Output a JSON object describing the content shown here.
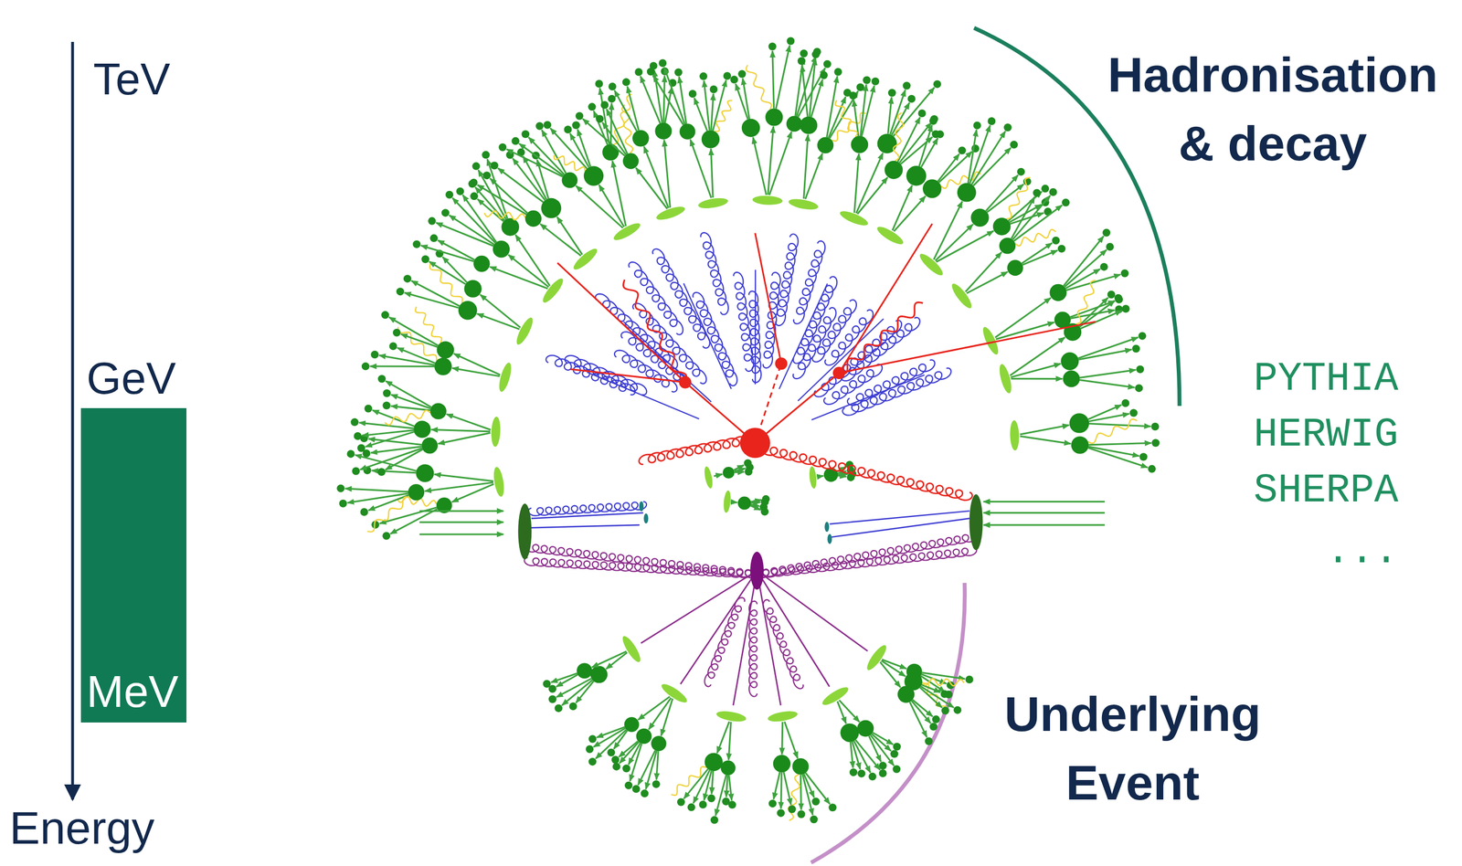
{
  "diagram": {
    "nodes": [
      {
        "text": [
          "MeV"
        ]
      }
    ],
    "labels": [
      "TeV",
      "GeV",
      "Energy",
      "Hadronisation & decay",
      "PYTHIA",
      "HERWIG",
      "SHERPA",
      "...",
      "Underlying Event"
    ]
  }
}
